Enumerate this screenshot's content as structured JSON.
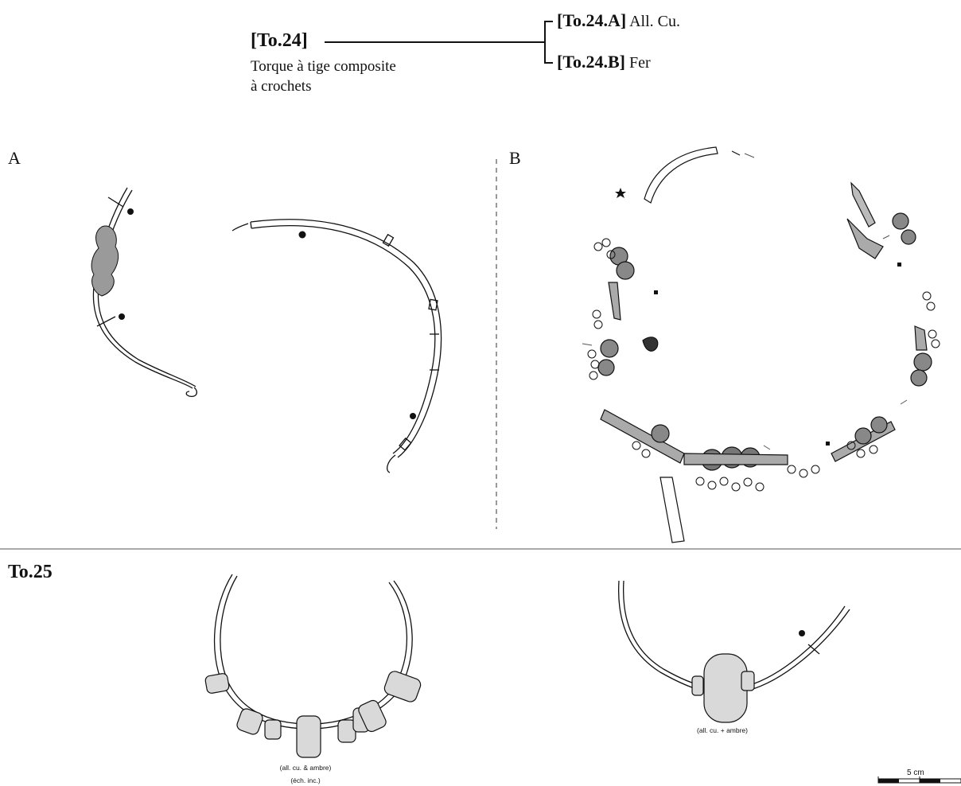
{
  "header": {
    "main_code": "[To.24]",
    "description_line1": "Torque à tige composite",
    "description_line2": "à crochets",
    "branch_a_code": "[To.24.A]",
    "branch_a_material": "All. Cu.",
    "branch_b_code": "[To.24.B]",
    "branch_b_material": "Fer"
  },
  "panels": {
    "a_label": "A",
    "b_label": "B"
  },
  "section2": {
    "label": "To.25",
    "caption_left_line1": "(all. cu.  & ambre)",
    "caption_left_line2": "(éch. inc.)",
    "caption_right": "(all. cu. + ambre)"
  },
  "scale": {
    "label": "5 cm"
  },
  "colors": {
    "ink": "#111111",
    "amber_fill": "#d9d9d9",
    "corrosion_fill": "#9a9a9a",
    "divider": "#aaaaaa"
  }
}
